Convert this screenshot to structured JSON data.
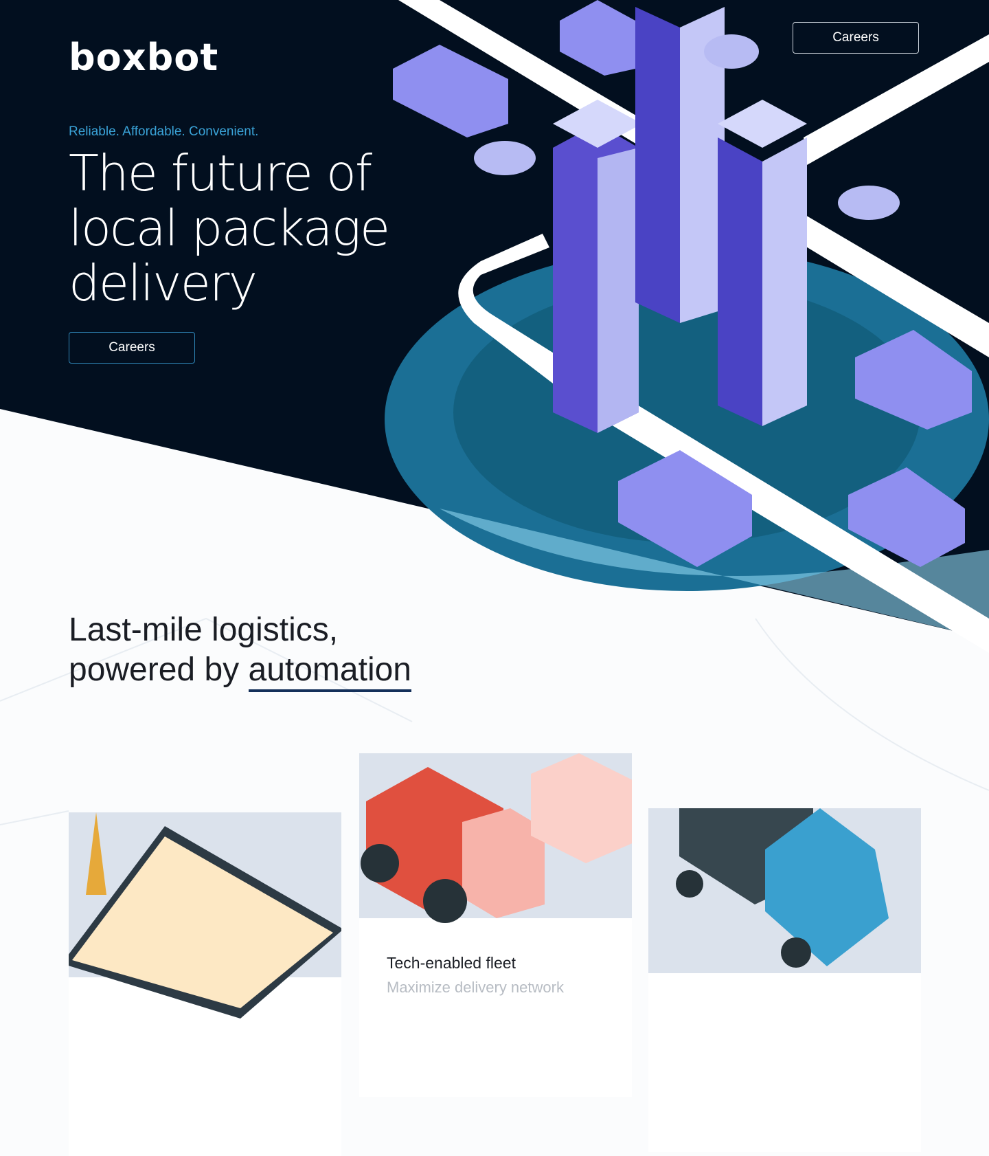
{
  "brand": {
    "logo": "boxbot"
  },
  "nav": {
    "careers_label": "Careers"
  },
  "hero": {
    "tagline": "Reliable. Affordable. Convenient.",
    "title": "The future of local package delivery",
    "cta_label": "Careers"
  },
  "section": {
    "title_line1": "Last-mile logistics,",
    "title_line2_prefix": "powered by ",
    "title_line2_highlight": "automation"
  },
  "cards": [
    {
      "title": "",
      "subtitle": ""
    },
    {
      "title": "Tech-enabled fleet",
      "subtitle": "Maximize delivery network"
    },
    {
      "title": "",
      "subtitle": ""
    }
  ],
  "colors": {
    "hero_bg": "#020f1f",
    "accent": "#3aa3d8",
    "underline": "#14305a"
  }
}
